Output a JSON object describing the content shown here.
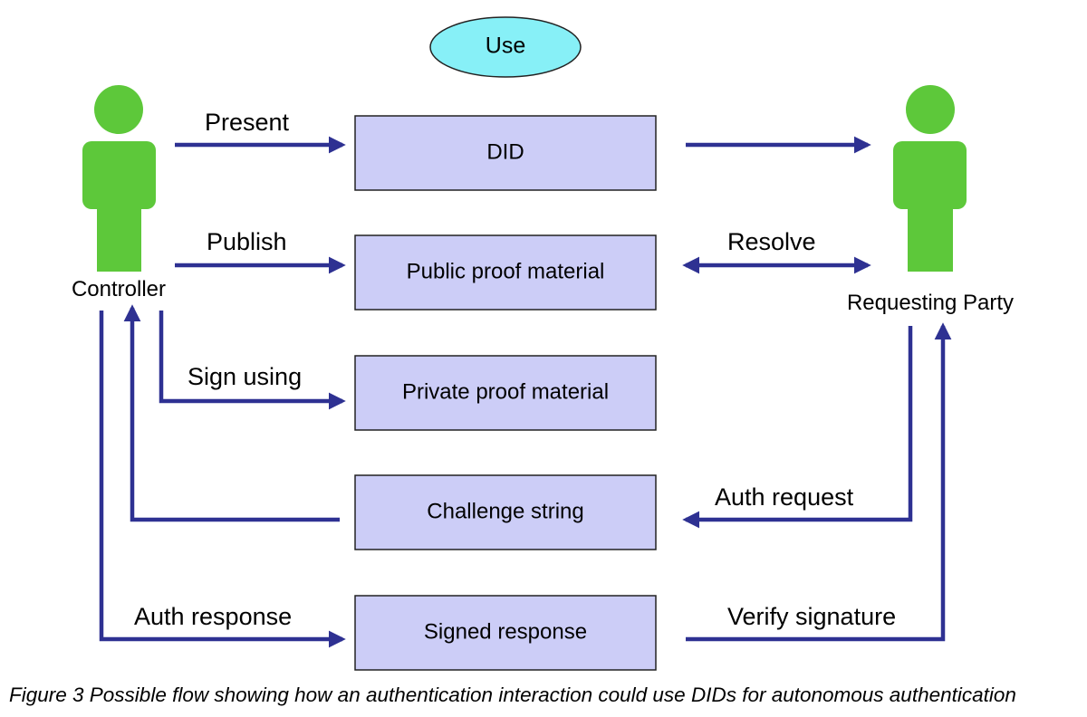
{
  "use_label": "Use",
  "actors": {
    "controller": "Controller",
    "requesting_party": "Requesting Party"
  },
  "boxes": {
    "did": "DID",
    "public_proof": "Public proof material",
    "private_proof": "Private proof material",
    "challenge": "Challenge string",
    "signed_response": "Signed response"
  },
  "arrow_labels": {
    "present": "Present",
    "publish": "Publish",
    "sign_using": "Sign using",
    "resolve": "Resolve",
    "auth_request": "Auth request",
    "auth_response": "Auth response",
    "verify_signature": "Verify signature"
  },
  "caption": "Figure 3 Possible flow showing how an authentication interaction could use DIDs for autonomous authentication",
  "colors": {
    "arrow": "#2e3192",
    "box_fill": "#cccdf7",
    "person": "#5dc83a",
    "use_ellipse": "#87f0f7"
  }
}
